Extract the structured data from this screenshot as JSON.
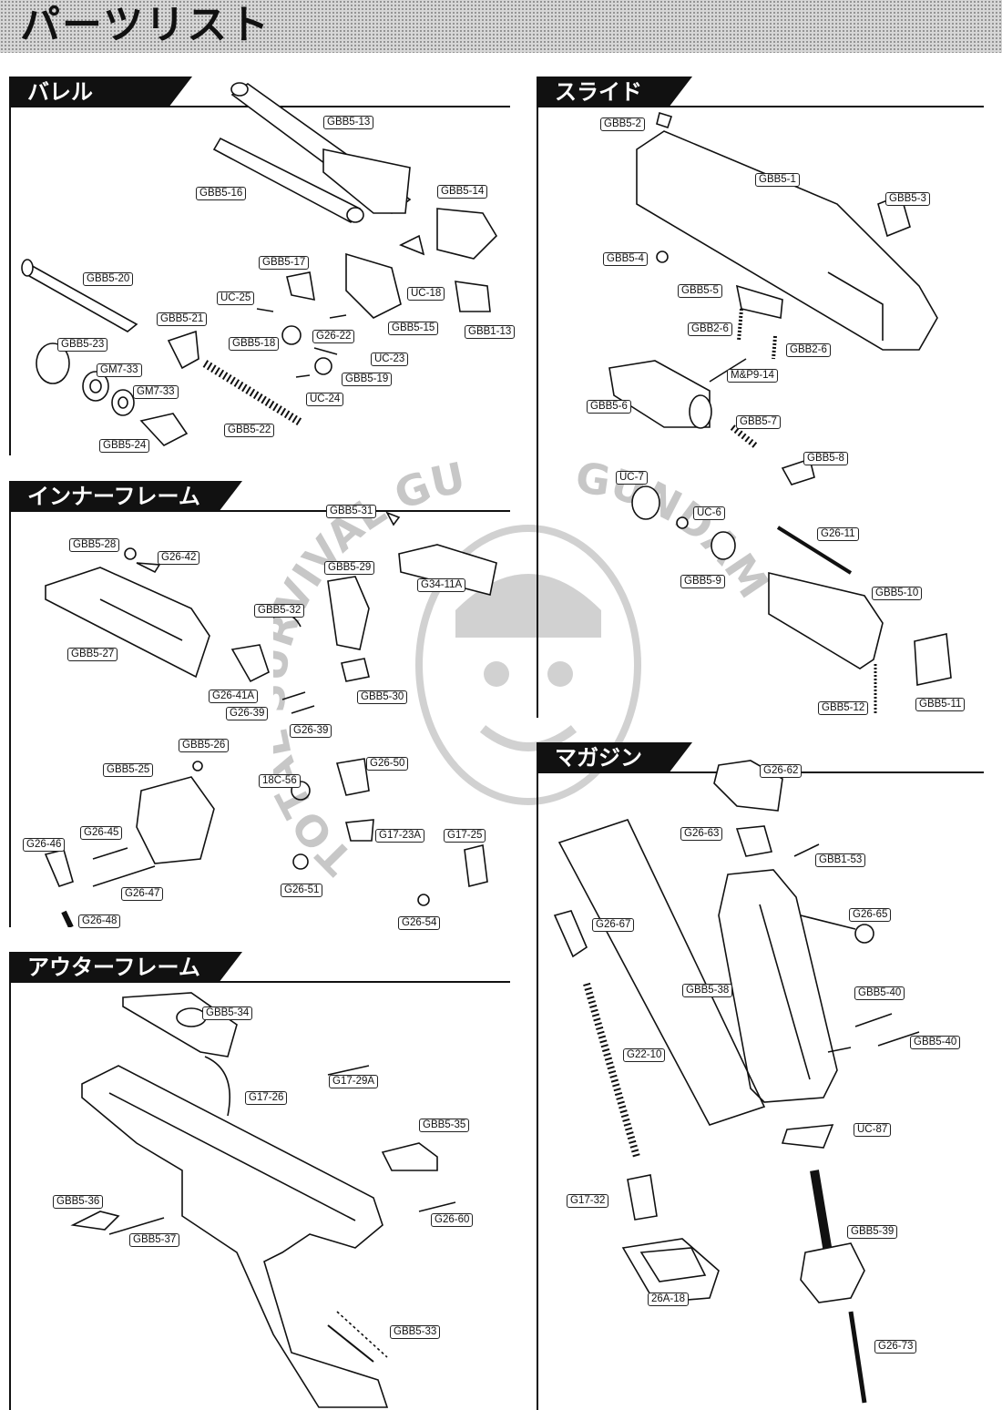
{
  "page": {
    "title": "パーツリスト"
  },
  "sections": {
    "barrel": "バレル",
    "slide": "スライド",
    "inner_frame": "インナーフレーム",
    "magazine": "マガジン",
    "outer_frame": "アウターフレーム"
  },
  "watermark": {
    "arc_left": "TOTAL SURVIVAL GUNSHOP",
    "arc_right": "GUNDAM",
    "color": "#9a9a9a"
  },
  "parts": {
    "barrel": [
      "GBB5-13",
      "GBB5-16",
      "GBB5-14",
      "GBB5-17",
      "UC-18",
      "GBB5-20",
      "UC-25",
      "GBB5-15",
      "GBB1-13",
      "GBB5-21",
      "GBB5-18",
      "G26-22",
      "UC-23",
      "GBB5-23",
      "GM7-33",
      "GBB5-19",
      "GM7-33",
      "UC-24",
      "GBB5-24",
      "GBB5-22"
    ],
    "slide": [
      "GBB5-2",
      "GBB5-1",
      "GBB5-3",
      "GBB5-4",
      "GBB5-5",
      "GBB2-6",
      "GBB2-6",
      "M&P9-14",
      "GBB5-6",
      "GBB5-7",
      "GBB5-8",
      "UC-7",
      "UC-6",
      "G26-11",
      "GBB5-9",
      "GBB5-10",
      "GBB5-12",
      "GBB5-11"
    ],
    "inner_frame": [
      "GBB5-31",
      "GBB5-28",
      "G26-42",
      "GBB5-29",
      "G34-11A",
      "GBB5-32",
      "GBB5-27",
      "G26-41A",
      "GBB5-30",
      "G26-39",
      "G26-39",
      "GBB5-26",
      "GBB5-25",
      "G26-50",
      "18C-56",
      "G26-46",
      "G26-45",
      "G17-23A",
      "G17-25",
      "G26-47",
      "G26-51",
      "G26-48",
      "G26-54"
    ],
    "magazine": [
      "G26-62",
      "G26-63",
      "GBB1-53",
      "G26-65",
      "G26-67",
      "GBB5-38",
      "GBB5-40",
      "GBB5-40",
      "G22-10",
      "UC-87",
      "G17-32",
      "GBB5-39",
      "26A-18",
      "G26-73"
    ],
    "outer_frame": [
      "GBB5-34",
      "G17-26",
      "G17-29A",
      "GBB5-35",
      "GBB5-36",
      "G26-60",
      "GBB5-37",
      "GBB5-33"
    ]
  }
}
